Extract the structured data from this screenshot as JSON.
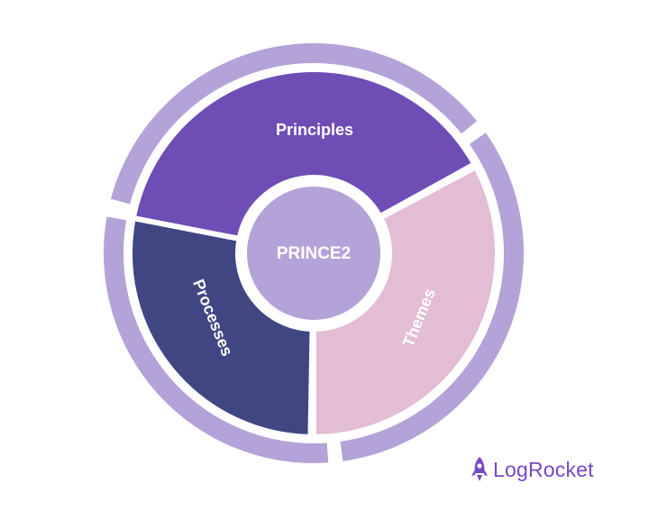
{
  "diagram": {
    "center": {
      "label": "PRINCE2",
      "color": "#b3a3d8"
    },
    "segments": [
      {
        "id": "principles",
        "label": "Principles",
        "color": "#6e4db5"
      },
      {
        "id": "themes",
        "label": "Themes",
        "color": "#e2bdd3"
      },
      {
        "id": "processes",
        "label": "Processes",
        "color": "#404682"
      }
    ],
    "outer_ring_color": "#b3a3d8",
    "gap_color": "#ffffff"
  },
  "brand": {
    "name": "LogRocket",
    "icon": "rocket-icon",
    "color": "#7648c6"
  }
}
